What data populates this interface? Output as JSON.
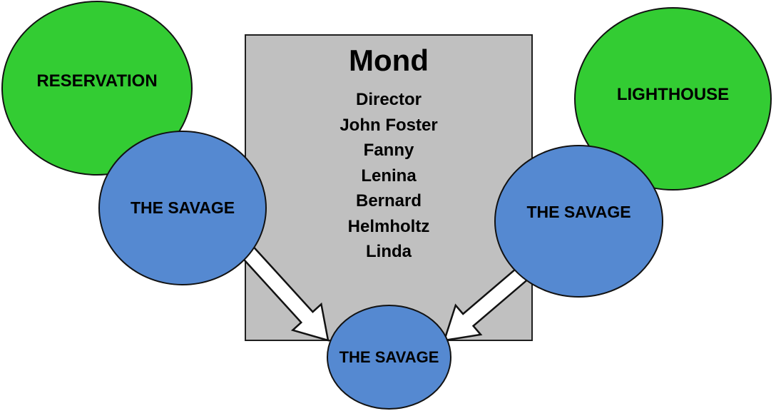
{
  "diagram": {
    "colors": {
      "green": "#33CC33",
      "blue": "#5589D1",
      "gray": "#C0C0C0",
      "arrow_fill": "#ffffff",
      "outline": "#121212",
      "text": "#000000"
    },
    "center_box": {
      "title": "Mond",
      "items": [
        "Director",
        "John Foster",
        "Fanny",
        "Lenina",
        "Bernard",
        "Helmholtz",
        "Linda"
      ]
    },
    "circles": {
      "reservation": {
        "label": "RESERVATION",
        "color": "green"
      },
      "lighthouse": {
        "label": "LIGHTHOUSE",
        "color": "green"
      },
      "savage_left": {
        "label": "THE SAVAGE",
        "color": "blue"
      },
      "savage_right": {
        "label": "THE SAVAGE",
        "color": "blue"
      },
      "savage_bottom": {
        "label": "THE SAVAGE",
        "color": "blue"
      }
    },
    "arrows": {
      "left": {
        "from": "savage_left",
        "to": "savage_bottom"
      },
      "right": {
        "from": "savage_right",
        "to": "savage_bottom"
      }
    }
  }
}
